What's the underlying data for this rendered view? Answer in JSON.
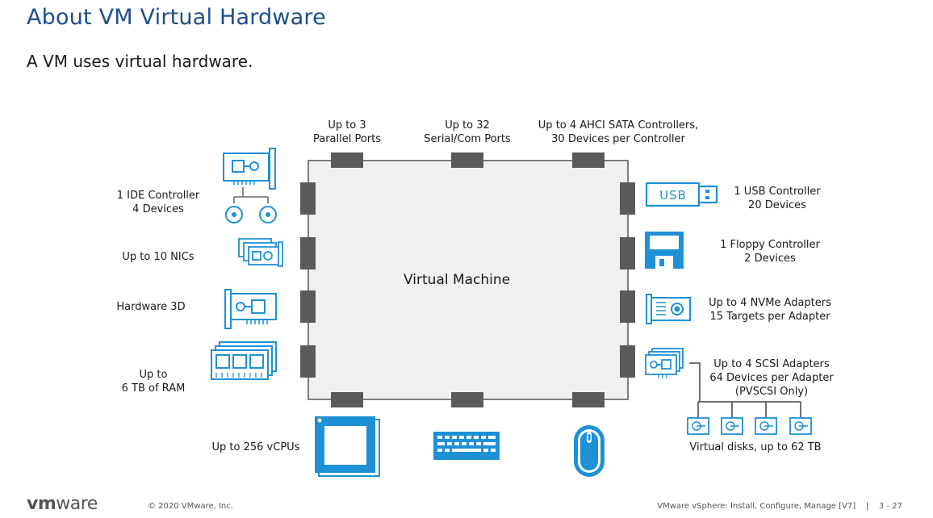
{
  "slide": {
    "title": "About VM Virtual Hardware",
    "subtitle": "A VM uses virtual hardware."
  },
  "diagram": {
    "center_label": "Virtual Machine",
    "top_labels": [
      {
        "line1": "Up to 3",
        "line2": "Parallel Ports"
      },
      {
        "line1": "Up to 32",
        "line2": "Serial/Com Ports"
      },
      {
        "line1": "Up to 4 AHCI SATA Controllers,",
        "line2": "30 Devices per Controller"
      }
    ],
    "left_labels": [
      {
        "line1": "1 IDE Controller",
        "line2": "4 Devices"
      },
      {
        "line1": "Up to 10 NICs",
        "line2": ""
      },
      {
        "line1": "Hardware 3D",
        "line2": ""
      },
      {
        "line1": "Up to",
        "line2": "6 TB of RAM"
      }
    ],
    "right_labels": [
      {
        "line1": "1 USB Controller",
        "line2": "20 Devices"
      },
      {
        "line1": "1 Floppy Controller",
        "line2": "2 Devices"
      },
      {
        "line1": "Up to 4 NVMe Adapters",
        "line2": "15 Targets per Adapter"
      },
      {
        "line1": "Up to 4 SCSI Adapters",
        "line2": "64 Devices per Adapter",
        "line3": "(PVSCSI Only)"
      }
    ],
    "bottom_labels": {
      "cpu": "Up to 256 vCPUs",
      "disks": "Virtual disks, up to 62 TB"
    },
    "usb_icon_text": "USB",
    "accent_color": "#1e90d6",
    "box_fill": "#f2efef",
    "port_color": "#5a5a5a"
  },
  "footer": {
    "logo_bold": "vm",
    "logo_light": "ware",
    "copyright": "© 2020 VMware, Inc.",
    "course": "VMware vSphere: Install, Configure, Manage [V7]    |    3 - 27"
  }
}
